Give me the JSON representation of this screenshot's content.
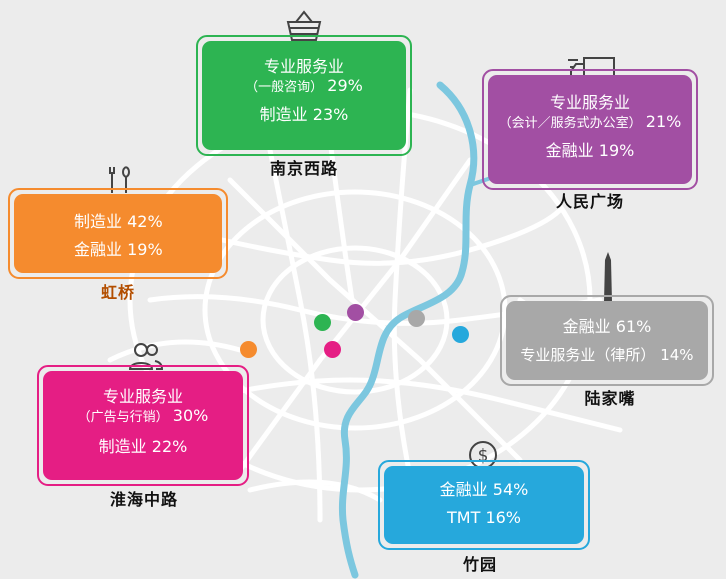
{
  "colors": {
    "background": "#ececec",
    "roads": "#ffffff",
    "river": "#7cc7df",
    "nanjing_west_road": "#2db452",
    "peoples_square": "#a24fa3",
    "hongqiao": "#f58b2e",
    "lujiazui": "#a8a8a8",
    "huaihai_middle_road": "#e51e84",
    "zhuyuan": "#26a8dc"
  },
  "districts": {
    "nanjing_west_road": {
      "name": "南京西路",
      "icon": "shopping-basket-icon",
      "line1_label": "专业服务业",
      "line2_label": "（一般咨询）",
      "line2_pct": "29%",
      "line3_label": "制造业",
      "line3_pct": "23%"
    },
    "peoples_square": {
      "name": "人民广场",
      "icon": "truck-icon",
      "line1_label": "专业服务业",
      "line2_label": "（会计／服务式办公室）",
      "line2_pct": "21%",
      "line3_label": "金融业",
      "line3_pct": "19%"
    },
    "hongqiao": {
      "name": "虹桥",
      "icon": "tools-icon",
      "line1_label": "制造业",
      "line1_pct": "42%",
      "line2_label": "金融业",
      "line2_pct": "19%"
    },
    "lujiazui": {
      "name": "陆家嘴",
      "icon": "skyscraper-icon",
      "line1_label": "金融业",
      "line1_pct": "61%",
      "line2_label": "专业服务业（律所）",
      "line2_pct": "14%"
    },
    "huaihai_middle_road": {
      "name": "淮海中路",
      "icon": "people-icon",
      "line1_label": "专业服务业",
      "line2_label": "（广告与行销）",
      "line2_pct": "30%",
      "line3_label": "制造业",
      "line3_pct": "22%"
    },
    "zhuyuan": {
      "name": "竹园",
      "icon": "dollar-coin-icon",
      "line1_label": "金融业",
      "line1_pct": "54%",
      "line2_label": "TMT",
      "line2_pct": "16%"
    }
  }
}
